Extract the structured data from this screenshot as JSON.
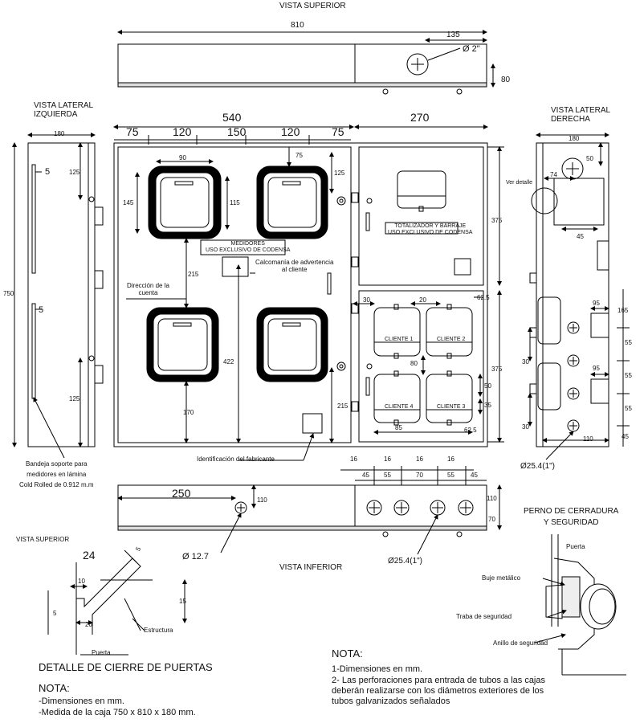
{
  "titles": {
    "top_view": "VISTA SUPERIOR",
    "left_view": "VISTA LATERAL\nIZQUIERDA",
    "right_view": "VISTA LATERAL\nDERECHA",
    "bottom_view": "VISTA INFERIOR",
    "top_view_detail": "VISTA SUPERIOR",
    "lock_title": "PERNO DE CERRADURA\nY SEGURIDAD",
    "door_detail": "DETALLE DE CIERRE DE PUERTAS"
  },
  "dims": {
    "top_total": "810",
    "top_135": "135",
    "top_diam": "Ø 2\"",
    "top_80": "80",
    "front_540": "540",
    "front_270": "270",
    "front_75a": "75",
    "front_120a": "120",
    "front_150": "150",
    "front_120b": "120",
    "front_75b": "75",
    "d90": "90",
    "d75": "75",
    "d125": "125",
    "d145": "145",
    "d115": "115",
    "d215": "215",
    "d422": "422",
    "d170": "170",
    "d215b": "215",
    "d375a": "375",
    "d375b": "375",
    "d30": "30",
    "d20": "20",
    "d62_5a": "62.5",
    "d80": "80",
    "d50": "50",
    "d35": "35",
    "d85": "85",
    "d62_5b": "62.5",
    "left_180": "180",
    "left_5a": "5",
    "left_125a": "125",
    "left_750": "750",
    "left_5b": "5",
    "left_125b": "125",
    "right_180": "180",
    "right_50": "50",
    "right_74": "74",
    "right_45": "45",
    "right_95a": "95",
    "right_165": "165",
    "right_55a": "55",
    "right_30a": "30",
    "right_95b": "95",
    "right_55b": "55",
    "right_55c": "55",
    "right_30b": "30",
    "right_110": "110",
    "right_45b": "45",
    "right_diam": "Ø25.4(1\")",
    "bot_16a": "16",
    "bot_16b": "16",
    "bot_16c": "16",
    "bot_16d": "16",
    "bot_45a": "45",
    "bot_55a": "55",
    "bot_70": "70",
    "bot_55b": "55",
    "bot_45b": "45",
    "bot_250": "250",
    "bot_110a": "110",
    "bot_110b": "110",
    "bot_70b": "70",
    "bot_d127": "Ø 12.7",
    "bot_diam": "Ø25.4(1\")",
    "det_24": "24",
    "det_5a": "5",
    "det_10": "10",
    "det_15": "15",
    "det_5b": "5",
    "det_20": "20"
  },
  "labels": {
    "medidores": "MEDIDORES\nUSO EXCLUSIVO DE CODENSA",
    "totalizador": "TOTALIZADOR Y BARRAJE\nUSO EXCLUSIVO DE CODENSA",
    "calcomania": "Calcomanía de advertencia\nal cliente",
    "direccion": "Dirección de la\ncuenta",
    "identificacion": "Identificación del fabricante",
    "cliente1": "CLIENTE 1",
    "cliente2": "CLIENTE 2",
    "cliente3": "CLIENTE 3",
    "cliente4": "CLIENTE 4",
    "ver_detalle": "Ver detalle",
    "bandeja": "Bandeja soporte para\nmedidores en lámina\nCold Rolled de 0.912 m.m",
    "puerta_lock": "Puerta",
    "buje": "Buje metálico",
    "traba": "Traba de seguridad",
    "anillo": "Anillo de seguridad",
    "estructura": "Estructura",
    "puerta_det": "Puerta"
  },
  "notes_right": {
    "title": "NOTA:",
    "line1": "1-Dimensiones en mm.",
    "line2": "2- Las perforaciones para entrada de tubos a las cajas\ndeberán realizarse con los diámetros exteriores de los\ntubos galvanizados señalados"
  },
  "notes_left": {
    "title": "NOTA:",
    "line1": "-Dimensiones en mm.",
    "line2": "-Medida de la caja 750 x 810 x 180 mm."
  }
}
